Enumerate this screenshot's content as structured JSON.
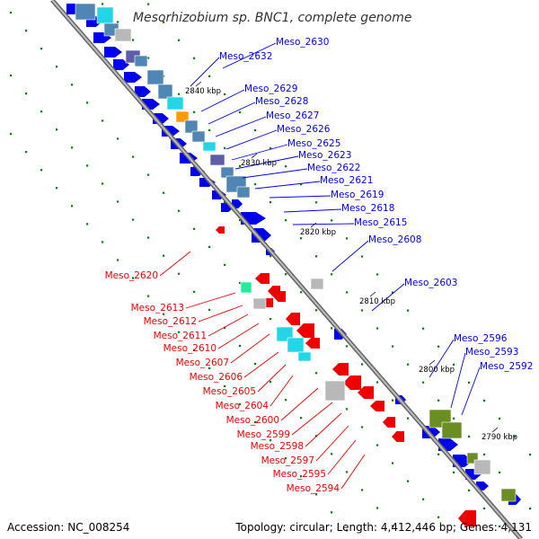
{
  "title": "Mesorhizobium sp. BNC1, complete genome",
  "footer": {
    "accession": "Accession: NC_008254",
    "topology": "Topology: circular; Length: 4,412,446 bp; Genes: 4,131"
  },
  "colors": {
    "forward_gene": "#0000ee",
    "reverse_gene": "#ee0000",
    "backbone": "#808080",
    "tick": "#008000",
    "feature_steelblue": "#4f86b4",
    "feature_cyan": "#22d6e6",
    "feature_orange": "#ff9900",
    "feature_green": "#6b8e23",
    "feature_grey": "#b8b8b8",
    "feature_purple": "#5d5da8",
    "feature_mint": "#22ee99"
  },
  "ruler": [
    "2840 kbp",
    "2830 kbp",
    "2820 kbp",
    "2810 kbp",
    "2800 kbp",
    "2790 kbp"
  ],
  "forward_labels": [
    "Meso_2630",
    "Meso_2632",
    "Meso_2629",
    "Meso_2628",
    "Meso_2627",
    "Meso_2626",
    "Meso_2625",
    "Meso_2623",
    "Meso_2622",
    "Meso_2621",
    "Meso_2619",
    "Meso_2618",
    "Meso_2615",
    "Meso_2608",
    "Meso_2603",
    "Meso_2596",
    "Meso_2593",
    "Meso_2592"
  ],
  "reverse_labels": [
    "Meso_2620",
    "Meso_2613",
    "Meso_2612",
    "Meso_2611",
    "Meso_2610",
    "Meso_2607",
    "Meso_2606",
    "Meso_2605",
    "Meso_2604",
    "Meso_2600",
    "Meso_2599",
    "Meso_2598",
    "Meso_2597",
    "Meso_2595",
    "Meso_2594"
  ]
}
